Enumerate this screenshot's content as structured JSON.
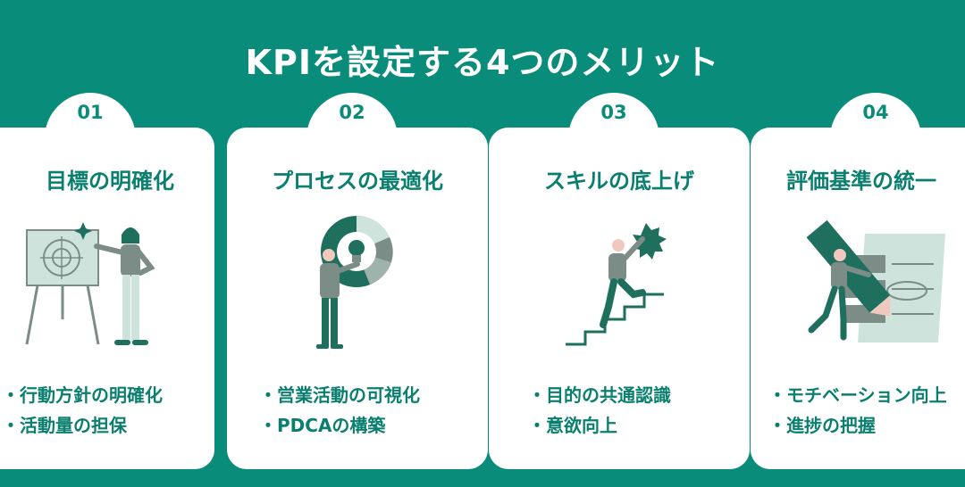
{
  "title": "KPIを設定する4つのメリット",
  "cards": [
    {
      "num": "01",
      "title": "目標の明確化",
      "bullets": [
        "行動方針の明確化",
        "活動量の担保"
      ]
    },
    {
      "num": "02",
      "title": "プロセスの最適化",
      "bullets": [
        "営業活動の可視化",
        "PDCAの構築"
      ]
    },
    {
      "num": "03",
      "title": "スキルの底上げ",
      "bullets": [
        "目的の共通認識",
        "意欲向上"
      ]
    },
    {
      "num": "04",
      "title": "評価基準の統一",
      "bullets": [
        "モチベーション向上",
        "進捗の把握"
      ]
    }
  ],
  "colors": {
    "accent": "#0a8c7a",
    "dark": "#1f6f5f",
    "gray": "#7c8c87",
    "pale": "#cfe3dd"
  },
  "icons": [
    "target-board-presenter-icon",
    "lightbulb-donut-chart-icon",
    "stairs-climber-icon",
    "pen-document-checklist-icon"
  ]
}
